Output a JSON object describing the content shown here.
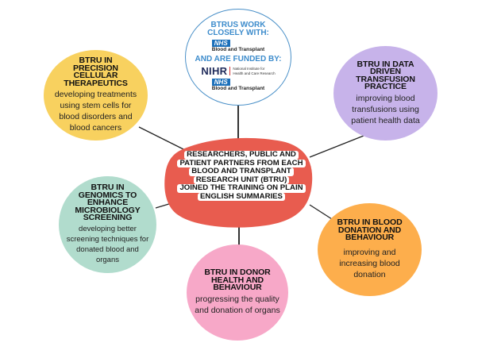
{
  "center": {
    "lines": [
      "RESEARCHERS, PUBLIC AND",
      "PATIENT PARTNERS FROM EACH",
      "BLOOD AND TRANSPLANT",
      "RESEARCH UNIT (BTRU)",
      "JOINED THE TRAINING ON PLAIN",
      "ENGLISH SUMMARIES"
    ],
    "color": "#e85c4f"
  },
  "partners": {
    "work_with_lines": [
      "BTRUS WORK",
      "CLOSELY WITH:"
    ],
    "funded_by": "AND ARE FUNDED BY:",
    "nhs_badge": "NHS",
    "nhs_sub": "Blood and Transplant",
    "nihr_mark": "NIHR",
    "nihr_lines": [
      "National Institute for",
      "Health and Care Research"
    ],
    "nhs_badge_2": "NHS",
    "nhs_sub_2": "Blood and Transplant",
    "border_color": "#4a90c8"
  },
  "units": [
    {
      "title_lines": [
        "BTRU IN",
        "PRECISION",
        "CELLULAR",
        "THERAPEUTICS"
      ],
      "desc_lines": [
        "developing treatments",
        "using stem cells for",
        "blood disorders and",
        "blood cancers"
      ],
      "color": "#f8d15f"
    },
    {
      "title_lines": [
        "BTRU IN DATA",
        "DRIVEN",
        "TRANSFUSION",
        "PRACTICE"
      ],
      "desc_lines": [
        "improving blood",
        "transfusions using",
        "patient health data"
      ],
      "color": "#c7b3ea"
    },
    {
      "title_lines": [
        "BTRU IN",
        "GENOMICS TO",
        "ENHANCE",
        "MICROBIOLOGY",
        "SCREENING"
      ],
      "desc_lines": [
        "developing better",
        "screening techniques for",
        "donated blood and",
        "organs"
      ],
      "color": "#b1dccd"
    },
    {
      "title_lines": [
        "BTRU IN BLOOD",
        "DONATION AND",
        "BEHAVIOUR"
      ],
      "desc_lines": [
        "improving and",
        "increasing blood",
        "donation"
      ],
      "color": "#fdae4c"
    },
    {
      "title_lines": [
        "BTRU IN DONOR",
        "HEALTH AND",
        "BEHAVIOUR"
      ],
      "desc_lines": [
        "progressing the quality",
        "and donation of organs"
      ],
      "color": "#f7a8c8"
    }
  ]
}
